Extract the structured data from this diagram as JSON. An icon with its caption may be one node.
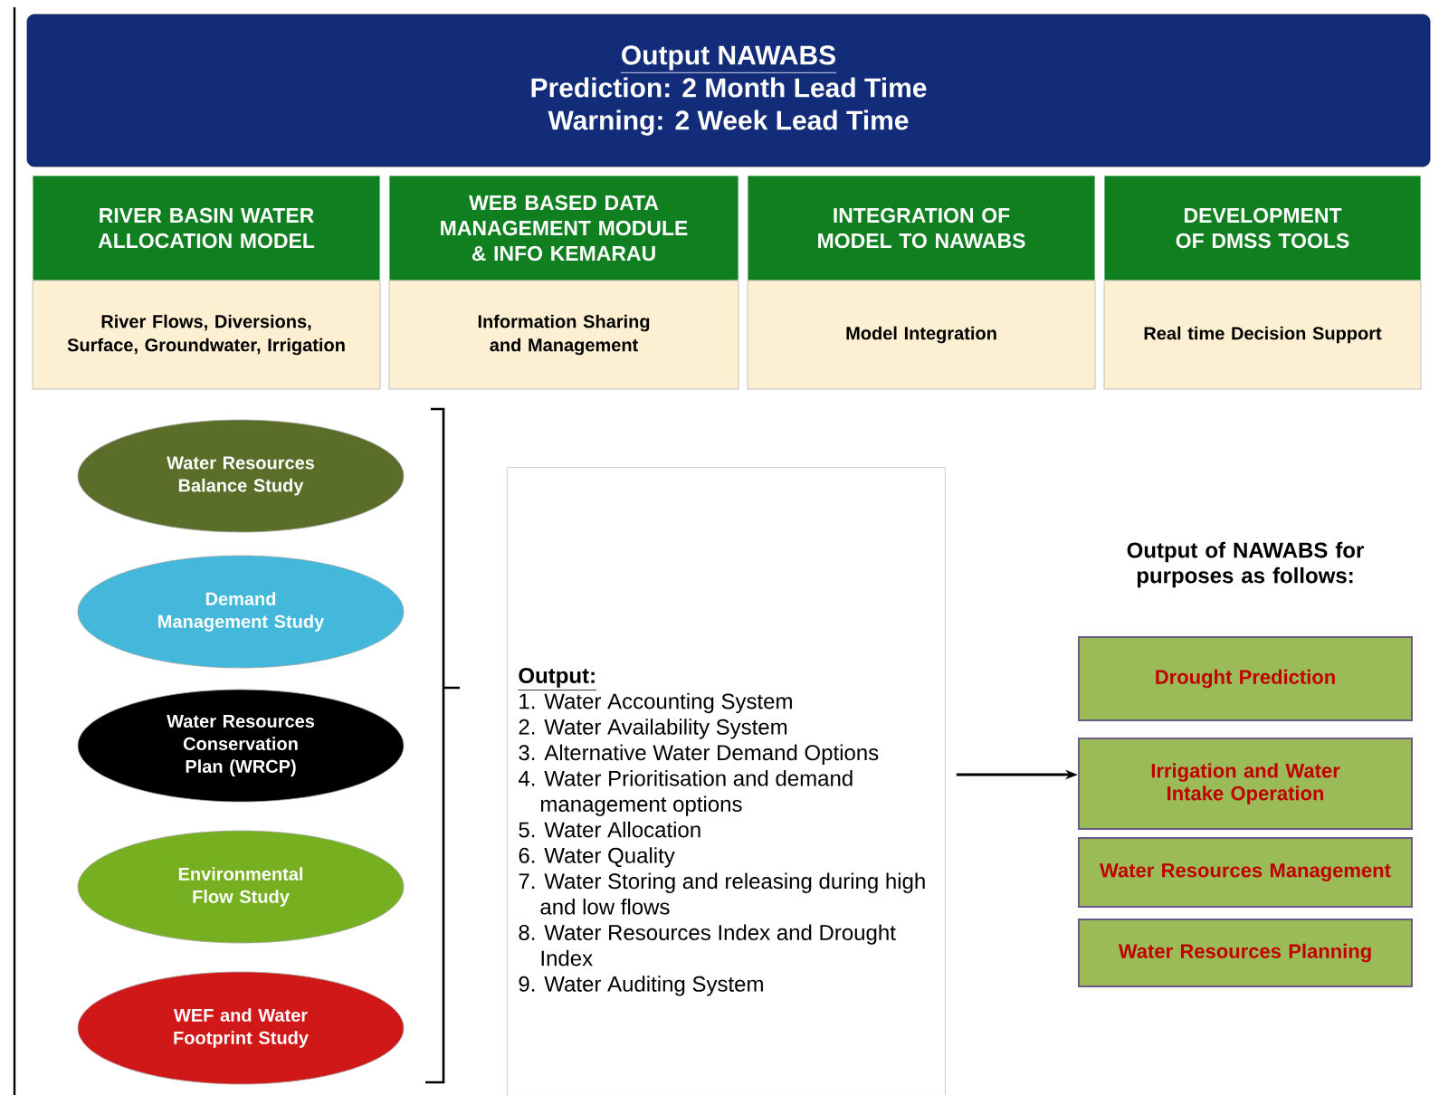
{
  "diagram": {
    "nodes": [
      {
        "text": [
          "Output NAWABS",
          "Prediction: 2 Month Lead Time",
          "Warning: 2 Week Lead Time"
        ]
      },
      {
        "text": [
          "RIVER BASIN WATER ALLOCATION MODEL"
        ]
      },
      {
        "text": [
          "River Flows, Diversions, Surface, Groundwater, Irrigation"
        ]
      },
      {
        "text": [
          "WEB BASED DATA MANAGEMENT MODULE & INFO KEMARAU"
        ]
      },
      {
        "text": [
          "Information Sharing and Management"
        ]
      },
      {
        "text": [
          "INTEGRATION OF MODEL TO NAWABS"
        ]
      },
      {
        "text": [
          "Model Integration"
        ]
      },
      {
        "text": [
          "DEVELOPMENT OF DMSS TOOLS"
        ]
      },
      {
        "text": [
          "Real time Decision Support"
        ]
      },
      {
        "text": [
          "Water Resources Balance Study"
        ]
      },
      {
        "text": [
          "Demand Management Study"
        ]
      },
      {
        "text": [
          "Water Resources Conservation Plan (WRCP)"
        ]
      },
      {
        "text": [
          "Environmental Flow Study"
        ]
      },
      {
        "text": [
          "WEF and Water Footprint Study"
        ]
      },
      {
        "text": [
          "Output:",
          "1. Water Accounting System",
          "2. Water Availability System",
          "3. Alternative Water Demand Options",
          "4. Water Prioritisation and demand management options",
          "5. Water Allocation",
          "6. Water Quality",
          "7. Water Storing and releasing during high and low flows",
          "8. Water Resources Index and Drought Index",
          "9. Water Auditing System"
        ]
      },
      {
        "text": [
          "Drought Prediction"
        ]
      },
      {
        "text": [
          "Irrigation and Water Intake Operation"
        ]
      },
      {
        "text": [
          "**Water Resources** Management"
        ]
      },
      {
        "text": [
          "Water Resources Planning"
        ]
      }
    ],
    "edges": [
      {
        "from": 14,
        "to": 16,
        "arrow": "to"
      }
    ],
    "labels": [
      "Output of NAWABS for purposes as follows:"
    ]
  }
}
